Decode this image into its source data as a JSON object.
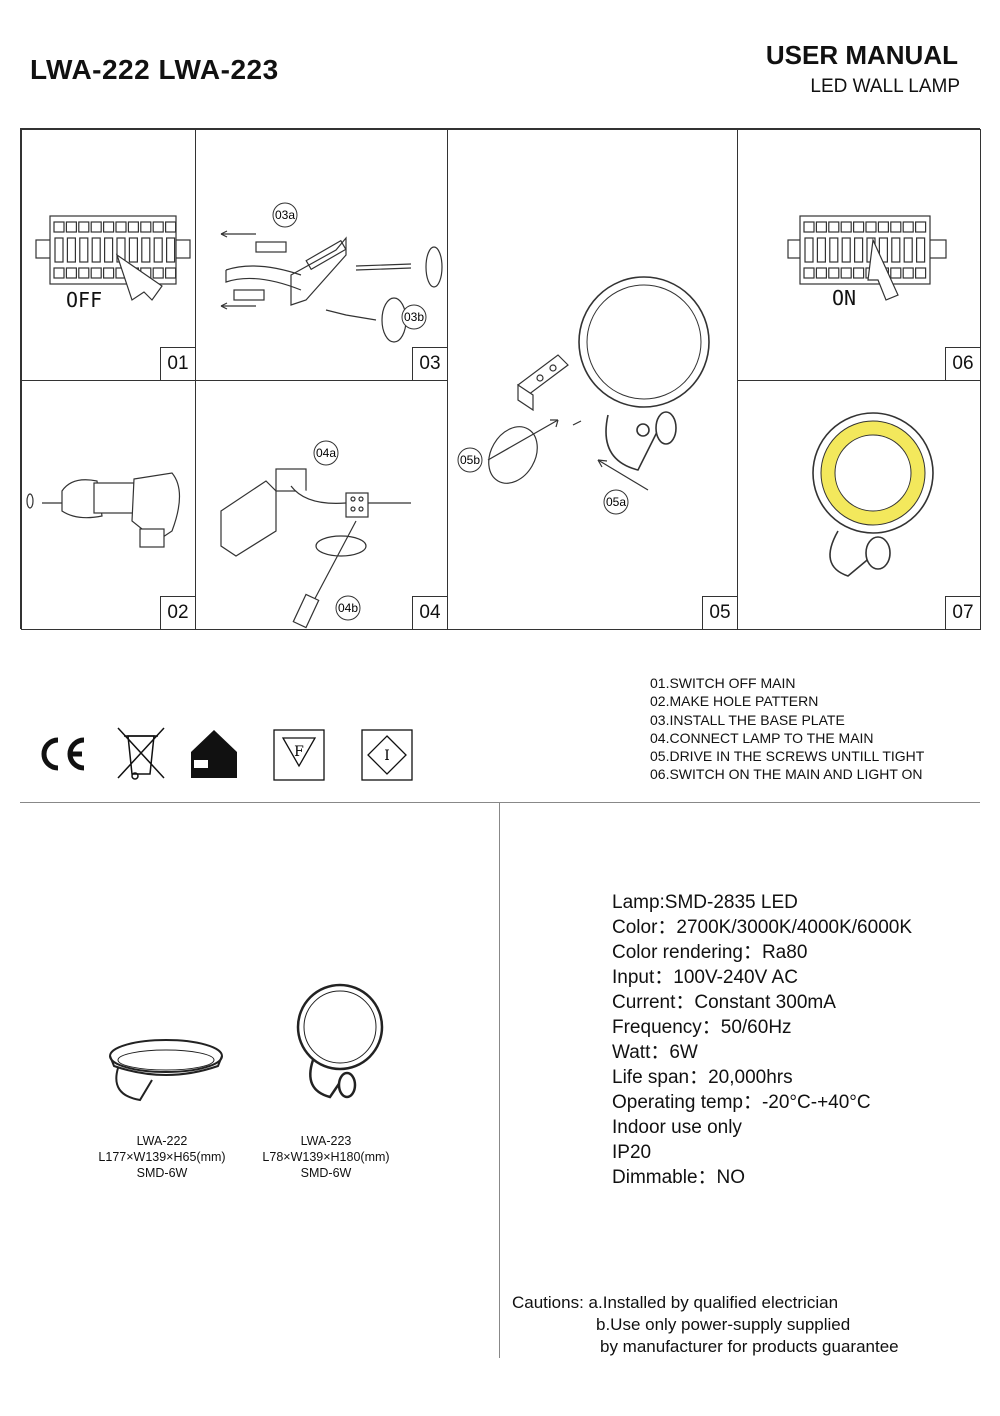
{
  "header": {
    "models": "LWA-222 LWA-223",
    "manual_title": "USER MANUAL",
    "manual_subtitle": "LED WALL LAMP"
  },
  "steps": {
    "s01": {
      "num": "01",
      "caption": "OFF"
    },
    "s02": {
      "num": "02"
    },
    "s03": {
      "num": "03",
      "label_a": "03a",
      "label_b": "03b"
    },
    "s04": {
      "num": "04",
      "label_a": "04a",
      "label_b": "04b"
    },
    "s05": {
      "num": "05",
      "label_a": "05a",
      "label_b": "05b"
    },
    "s06": {
      "num": "06",
      "caption": "ON"
    },
    "s07": {
      "num": "07"
    }
  },
  "instructions": [
    "01.SWITCH OFF MAIN",
    "02.MAKE HOLE PATTERN",
    "03.INSTALL THE BASE PLATE",
    "04.CONNECT LAMP TO THE MAIN",
    "05.DRIVE IN THE SCREWS UNTILL TIGHT",
    "06.SWITCH ON THE MAIN AND LIGHT ON"
  ],
  "symbols": {
    "icons": [
      "ce-mark-icon",
      "wheelie-bin-crossed-icon",
      "class-ii-house-icon",
      "f-mark-icon",
      "i-diamond-icon"
    ],
    "f_letter": "F",
    "i_letter": "I"
  },
  "products": [
    {
      "model": "LWA-222",
      "dimensions": "L177×W139×H65(mm)",
      "power": "SMD-6W"
    },
    {
      "model": "LWA-223",
      "dimensions": "L78×W139×H180(mm)",
      "power": "SMD-6W"
    }
  ],
  "specs": [
    "Lamp:SMD-2835 LED",
    "Color：2700K/3000K/4000K/6000K",
    "Color rendering：Ra80",
    "Input：100V-240V AC",
    "Current：Constant 300mA",
    "Frequency：50/60Hz",
    "Watt：6W",
    "Life span：20,000hrs",
    "Operating temp：-20°C-+40°C",
    "Indoor use only",
    "IP20",
    "Dimmable：NO"
  ],
  "cautions": [
    "Cautions: a.Installed by qualified electrician",
    "b.Use only power-supply supplied",
    "by manufacturer for products guarantee"
  ],
  "colors": {
    "lamp_glow": "#f3e85c",
    "line": "#333333",
    "divider": "#888888"
  }
}
